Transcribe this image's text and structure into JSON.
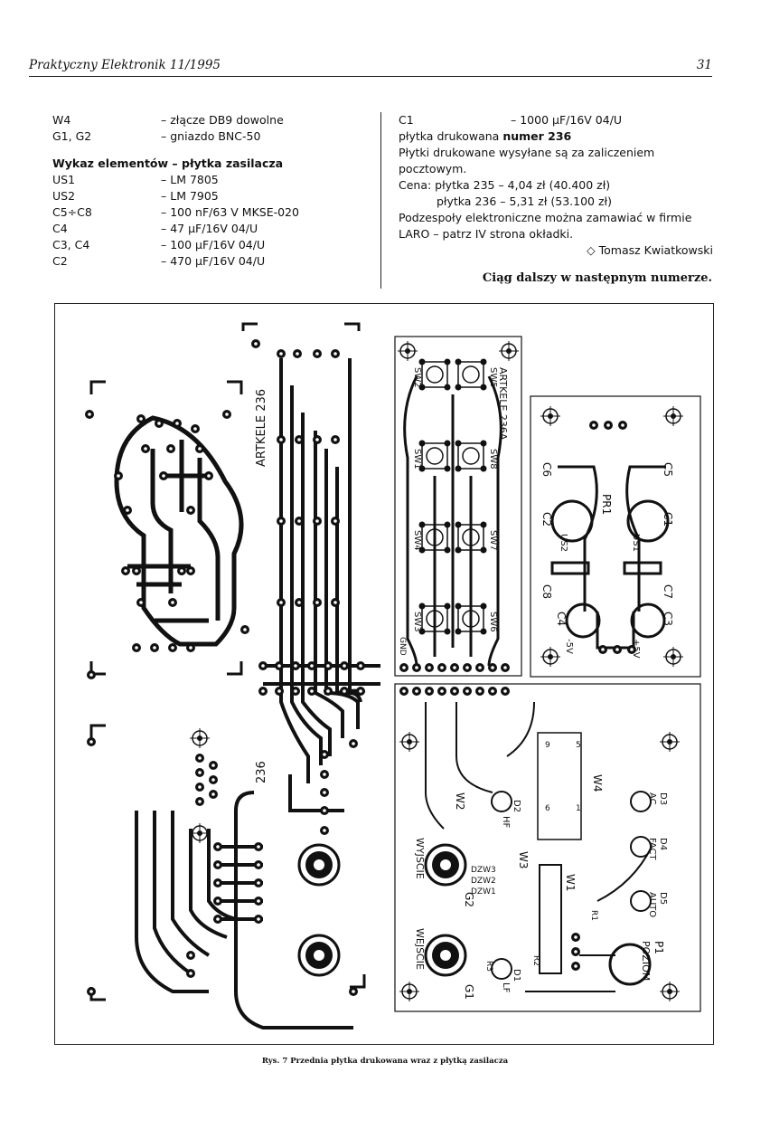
{
  "header": {
    "journal": "Praktyczny Elektronik 11/1995",
    "page_number": "31"
  },
  "left_column": {
    "items_top": [
      {
        "ref": "W4",
        "desc": "– złącze DB9 dowolne"
      },
      {
        "ref": "G1, G2",
        "desc": "– gniazdo BNC-50"
      }
    ],
    "section_title": "Wykaz elementów – płytka zasilacza",
    "items": [
      {
        "ref": "US1",
        "desc": "– LM 7805"
      },
      {
        "ref": "US2",
        "desc": "– LM 7905"
      },
      {
        "ref": "C5÷C8",
        "desc": "– 100 nF/63 V MKSE-020"
      },
      {
        "ref": "C4",
        "desc": "– 47 μF/16V 04/U"
      },
      {
        "ref": "C3, C4",
        "desc": "– 100 μF/16V 04/U"
      },
      {
        "ref": "C2",
        "desc": "– 470 μF/16V 04/U"
      }
    ]
  },
  "right_column": {
    "c1_ref": "C1",
    "c1_desc": "– 1000 μF/16V 04/U",
    "board_prefix": "płytka drukowana",
    "board_number": "numer 236",
    "ship_note": "Płytki drukowane wysyłane są za zaliczeniem pocztowym.",
    "price_line_1": "Cena: płytka 235 – 4,04 zł (40.400 zł)",
    "price_line_2": "płytka 236 – 5,31 zł (53.100 zł)",
    "order_note": "Podzespoły elektroniczne można zamawiać w firmie LARO – patrz IV strona okładki.",
    "author": "◇ Tomasz Kwiatkowski",
    "continuation": "Ciąg dalszy w następnym numerze."
  },
  "figure": {
    "pcb_labels": {
      "artkele_236": "ARTKELE 236",
      "num_236": "236",
      "artkele_236a": "ARTKELE 236A",
      "wyjscie": "WYJŚCIE",
      "wejscie": "WEJŚCIE",
      "g1": "G1",
      "g2": "G2",
      "w1": "W1",
      "w2": "W2",
      "w3": "W3",
      "w4": "W4",
      "pr1": "PR1",
      "us1": "US1",
      "us2": "US2",
      "p1": "P1",
      "poziom": "POZIOM",
      "plus5v": "+5V",
      "minus5v": "-5V",
      "gnd": "GND",
      "sw1": "SW1",
      "sw2": "SW2",
      "sw3": "SW3",
      "sw4": "SW4",
      "sw5": "SW5",
      "sw6": "SW6",
      "sw7": "SW7",
      "sw8": "SW8",
      "c1": "C1",
      "c2": "C2",
      "c3": "C3",
      "c4": "C4",
      "c5": "C5",
      "c6": "C6",
      "c7": "C7",
      "c8": "C8",
      "d1": "D1",
      "d2": "D2",
      "d3": "D3",
      "d4": "D4",
      "d5": "D5",
      "hf": "HF",
      "lf": "LF",
      "ac": "AC",
      "fact": "FACT",
      "auto": "AUTO",
      "r1": "R1",
      "r2": "R2",
      "r3": "R3",
      "dzw1": "DZW1",
      "dzw2": "DZW2",
      "dzw3": "DZW3",
      "db9_5": "5",
      "db9_9": "9",
      "db9_6": "6",
      "db9_1": "1"
    },
    "caption": "Rys. 7 Przednia płytka drukowana wraz z płytką zasilacza"
  }
}
